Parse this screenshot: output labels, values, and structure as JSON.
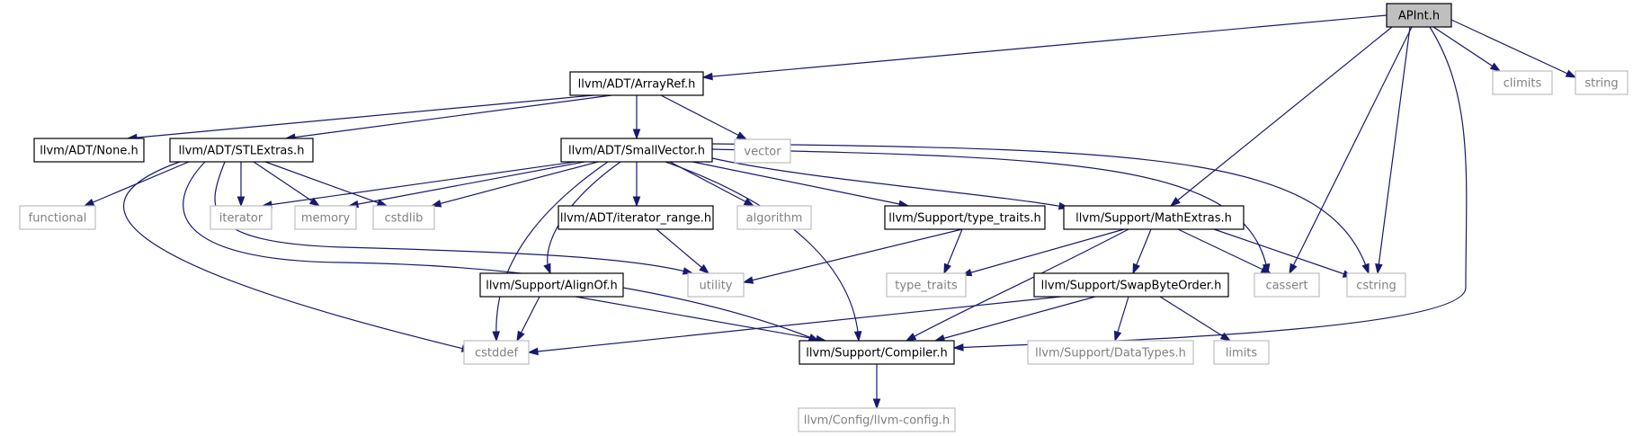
{
  "diagram": {
    "nodes": {
      "apint": "APInt.h",
      "arrayref": "llvm/ADT/ArrayRef.h",
      "climits": "climits",
      "string": "string",
      "none": "llvm/ADT/None.h",
      "stlextras": "llvm/ADT/STLExtras.h",
      "smallvector": "llvm/ADT/SmallVector.h",
      "vector": "vector",
      "functional": "functional",
      "iterator": "iterator",
      "memory": "memory",
      "cstdlib": "cstdlib",
      "iterator_range": "llvm/ADT/iterator_range.h",
      "algorithm": "algorithm",
      "type_traits_h": "llvm/Support/type_traits.h",
      "mathextras": "llvm/Support/MathExtras.h",
      "alignof": "llvm/Support/AlignOf.h",
      "utility": "utility",
      "type_traits": "type_traits",
      "swapbyteorder": "llvm/Support/SwapByteOrder.h",
      "cassert": "cassert",
      "cstring": "cstring",
      "cstddef": "cstddef",
      "compiler": "llvm/Support/Compiler.h",
      "datatypes": "llvm/Support/DataTypes.h",
      "limits": "limits",
      "llvmconfig": "llvm/Config/llvm-config.h"
    }
  }
}
